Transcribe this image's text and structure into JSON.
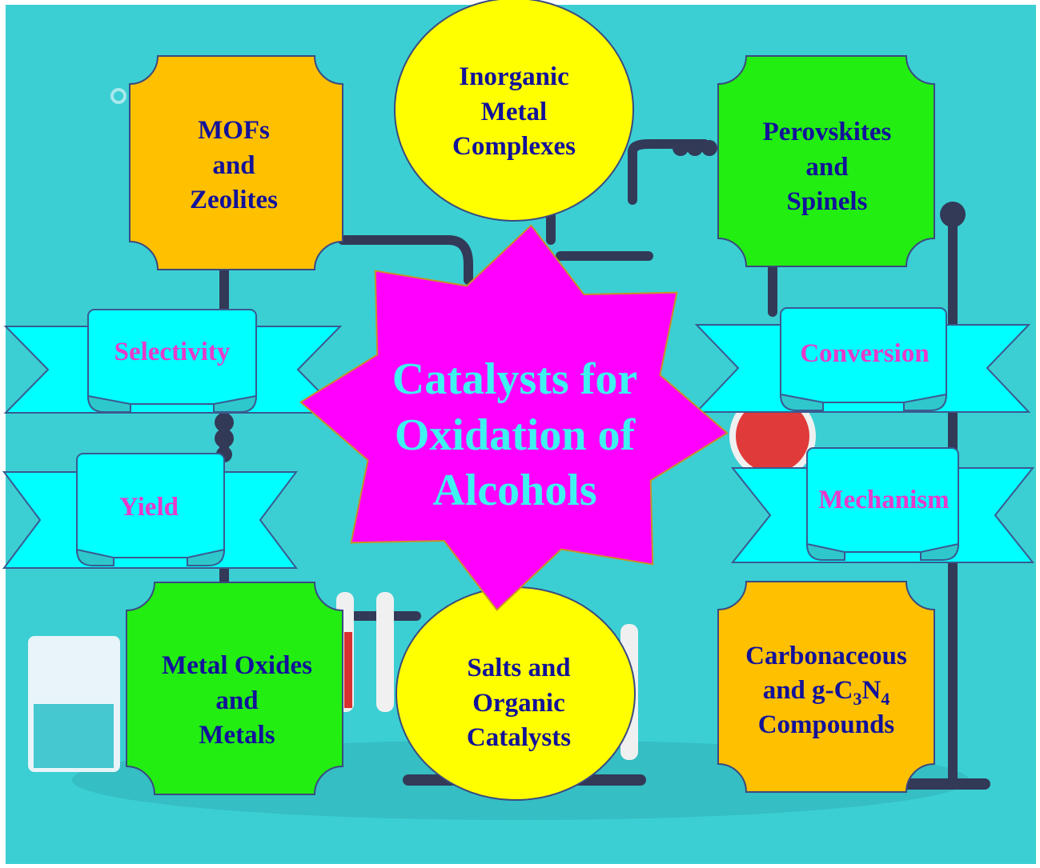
{
  "title": [
    "Catalysts for",
    "Oxidation of",
    "Alcohols"
  ],
  "boxes": {
    "mofs": [
      "MOFs",
      "and",
      "Zeolites"
    ],
    "perovskites": [
      "Perovskites",
      "and",
      "Spinels"
    ],
    "metal_oxides": [
      "Metal Oxides",
      "and",
      "Metals"
    ],
    "carbonaceous": {
      "line1": "Carbonaceous",
      "line2_prefix": "and g-C",
      "sub3": "3",
      "mid": "N",
      "sub4": "4",
      "line3": "Compounds"
    }
  },
  "circles": {
    "inorganic": [
      "Inorganic",
      "Metal",
      "Complexes"
    ],
    "salts": [
      "Salts and",
      "Organic",
      "Catalysts"
    ]
  },
  "ribbons": {
    "selectivity": "Selectivity",
    "conversion": "Conversion",
    "yield": "Yield",
    "mechanism": "Mechanism"
  },
  "colors": {
    "background": "#3bcfd3",
    "orange": "#ffc000",
    "green": "#22ee11",
    "yellow": "#ffff00",
    "magenta": "#ff00ff",
    "ribbon": "#00ffff",
    "dark": "#323a58"
  }
}
